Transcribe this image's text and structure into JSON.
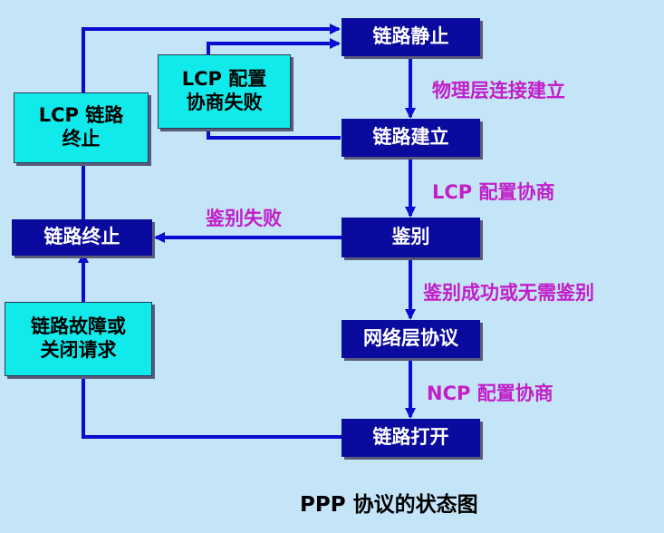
{
  "colors": {
    "background": "#c4e4f8",
    "state_fill": "#0a0a9e",
    "state_text": "#ffffff",
    "event_fill": "#11eaea",
    "event_text": "#000000",
    "label_text": "#c21ec8",
    "arrow": "#0a0ad0"
  },
  "states": {
    "dead": "链路静止",
    "establish": "链路建立",
    "authenticate": "鉴别",
    "network": "网络层协议",
    "open": "链路打开",
    "terminate": "链路终止"
  },
  "events": {
    "lcp_config_fail": "LCP 配置\n协商失败",
    "lcp_link_terminate": "LCP 链路\n终止",
    "link_fail_or_close": "链路故障或\n关闭请求"
  },
  "transitions": {
    "physical_up": "物理层连接建立",
    "lcp_negotiate": "LCP 配置协商",
    "auth_fail": "鉴别失败",
    "auth_success": "鉴别成功或无需鉴别",
    "ncp_negotiate": "NCP 配置协商"
  },
  "caption": "PPP 协议的状态图"
}
